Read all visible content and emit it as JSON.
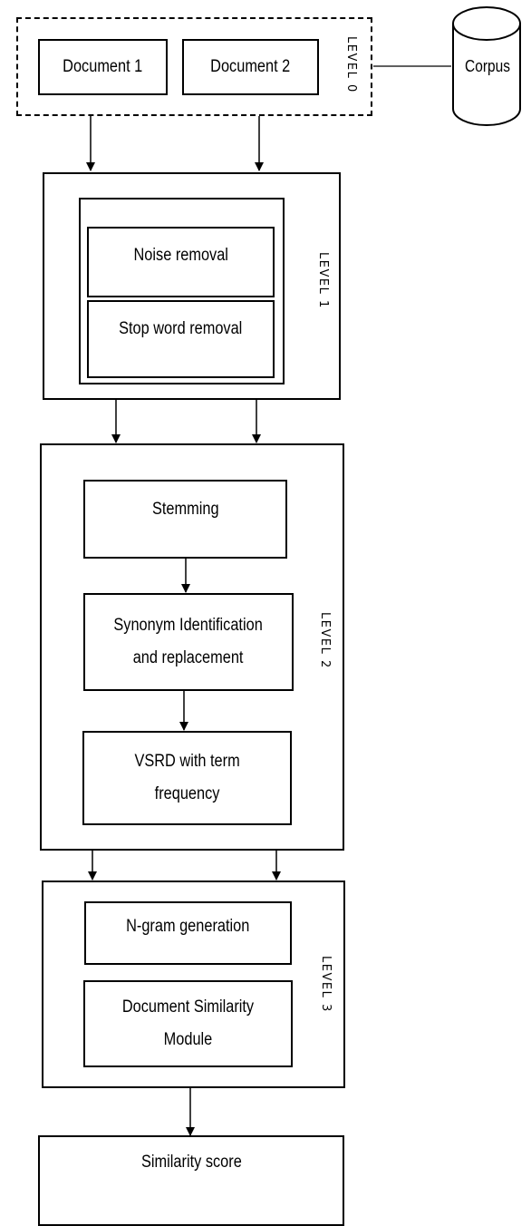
{
  "level0": {
    "label": "LEVEL 0",
    "doc1": "Document 1",
    "doc2": "Document 2",
    "corpus": "Corpus"
  },
  "level1": {
    "label": "LEVEL 1",
    "noise": "Noise removal",
    "stopword": "Stop word removal"
  },
  "level2": {
    "label": "LEVEL 2",
    "stemming": "Stemming",
    "synonym": "Synonym Identification\nand replacement",
    "vsrd": "VSRD with term\nfrequency"
  },
  "level3": {
    "label": "LEVEL 3",
    "ngram": "N-gram generation",
    "docsim": "Document Similarity\nModule"
  },
  "output": {
    "score": "Similarity score"
  }
}
